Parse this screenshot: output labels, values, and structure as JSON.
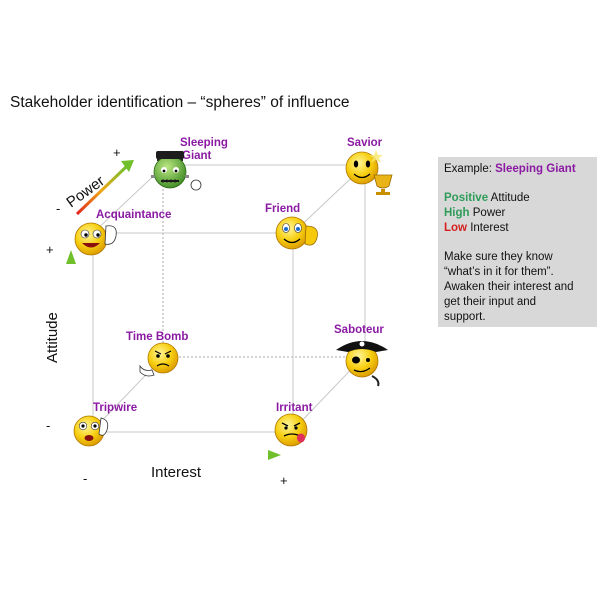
{
  "title": "Stakeholder identification – “spheres” of influence",
  "axes": {
    "power": {
      "label": "Power",
      "minus": "-",
      "plus": "+"
    },
    "attitude": {
      "label": "Attitude",
      "minus": "-",
      "plus": "+"
    },
    "interest": {
      "label": "Interest",
      "minus": "-",
      "plus": "+"
    }
  },
  "nodes": [
    {
      "id": "sleeping-giant",
      "label_lines": [
        "Sleeping",
        "Giant"
      ],
      "icon": "frankenstein-smiley-icon"
    },
    {
      "id": "savior",
      "label_lines": [
        "Savior"
      ],
      "icon": "trophy-smiley-icon"
    },
    {
      "id": "acquaintance",
      "label_lines": [
        "Acquaintance"
      ],
      "icon": "waving-smiley-icon"
    },
    {
      "id": "friend",
      "label_lines": [
        "Friend"
      ],
      "icon": "friendly-smiley-icon"
    },
    {
      "id": "time-bomb",
      "label_lines": [
        "Time Bomb"
      ],
      "icon": "frowning-smiley-icon"
    },
    {
      "id": "saboteur",
      "label_lines": [
        "Saboteur"
      ],
      "icon": "pirate-smiley-icon"
    },
    {
      "id": "tripwire",
      "label_lines": [
        "Tripwire"
      ],
      "icon": "worried-smiley-icon"
    },
    {
      "id": "irritant",
      "label_lines": [
        "Irritant"
      ],
      "icon": "tongue-out-smiley-icon"
    }
  ],
  "example": {
    "prefix": "Example:",
    "name": "Sleeping Giant",
    "attitude_value": "Positive",
    "attitude_label": "Attitude",
    "power_value": "High",
    "power_label": "Power",
    "interest_value": "Low",
    "interest_label": "Interest",
    "advice_lines": [
      "Make sure they know",
      "“what’s in it for them”.",
      "Awaken their interest and",
      "get their input and",
      "support."
    ]
  },
  "colors": {
    "label": "#8b1aa3",
    "positive": "#2f9c5a",
    "negative": "#d42020",
    "box": "#d8d8d8",
    "face": "#f5c400",
    "monster": "#5aa832"
  }
}
